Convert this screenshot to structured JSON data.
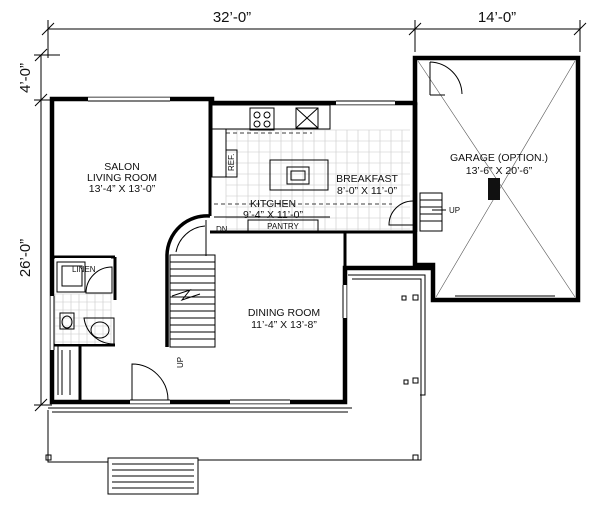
{
  "dimensions": {
    "top_width": "32’-0”",
    "garage_width": "14’-0”",
    "left_upper": "4’-0”",
    "left_lower": "26’-0”"
  },
  "rooms": {
    "salon": {
      "name1": "SALON",
      "name2": "LIVING ROOM",
      "size": "13’-4” X 13’-0”"
    },
    "kitchen": {
      "name": "KITCHEN",
      "size": "9’-4” X 11’-0”"
    },
    "breakfast": {
      "name": "BREAKFAST",
      "size": "8’-0” X 11’-0”"
    },
    "garage": {
      "name": "GARAGE (OPTION.)",
      "size": "13’-6” X 20’-6”"
    },
    "dining": {
      "name": "DINING ROOM",
      "size": "11’-4” X 13’-8”"
    }
  },
  "labels": {
    "pantry": "PANTRY",
    "linen": "LINEN",
    "ref": "REF.",
    "dn": "DN",
    "up_stair": "UP",
    "up_garage": "UP"
  },
  "colors": {
    "wall": "#000000",
    "tile": "#c8c8c8"
  }
}
